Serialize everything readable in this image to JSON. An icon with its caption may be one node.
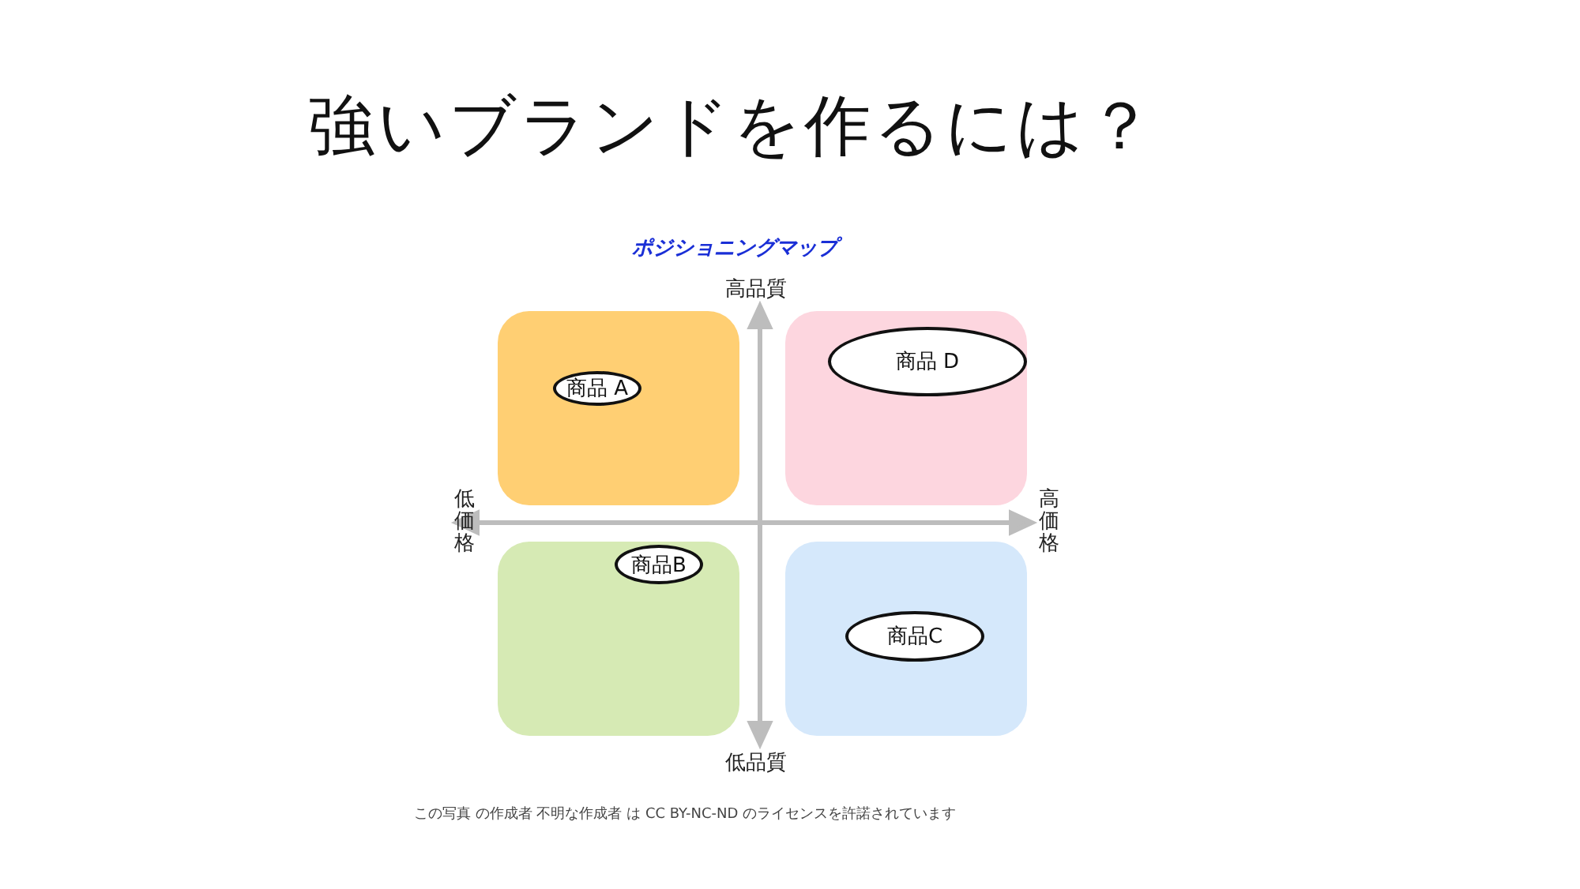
{
  "diagram": {
    "title": "強いブランドを作るには？",
    "caption": "この写真 の作成者 不明な作成者 は CC BY-NC-ND のライセンスを許諾されています",
    "nodes": [
      {
        "text": [],
        "shape": "box"
      },
      {
        "text": [],
        "shape": "box"
      },
      {
        "text": [],
        "shape": "box"
      },
      {
        "text": [],
        "shape": "box"
      },
      {
        "text": [
          "商品 A"
        ],
        "in": 0
      },
      {
        "text": [
          "商品 D"
        ],
        "in": 1
      },
      {
        "text": [
          "商品B"
        ],
        "in": 2
      },
      {
        "text": [
          "商品C"
        ],
        "in": 3
      }
    ],
    "labels": [
      "ポジショニングマップ",
      "高品質",
      "低価格",
      "高価格",
      "低品質"
    ]
  }
}
